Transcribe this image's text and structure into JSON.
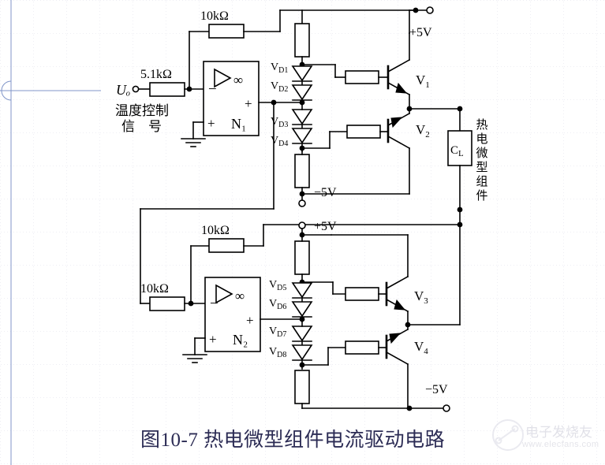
{
  "figure": {
    "caption": "图10-7  热电微型组件电流驱动电路",
    "caption_color": "#2c2c55"
  },
  "watermark": {
    "brand": "电子发烧友",
    "url": "www.elecfans.com",
    "color": "#cfcfd9"
  },
  "background": {
    "grid_color": "#d8d8e8",
    "guide_color": "#7b8fc4",
    "page_color": "#ffffff"
  },
  "schematic": {
    "ink": "#000000",
    "input": {
      "source_label": "Uₒ",
      "signal_label_line1": "温度控制",
      "signal_label_line2": "信　号",
      "series_resistor": "5.1kΩ"
    },
    "amplifiers": [
      {
        "name": "N₁",
        "gain_symbol": "∞",
        "inverting_label": "−",
        "noninverting_label": "+",
        "output_label": "+",
        "feedback_resistor": "10kΩ"
      },
      {
        "name": "N₂",
        "gain_symbol": "∞",
        "inverting_label": "−",
        "noninverting_label": "+",
        "output_label": "+",
        "feedback_resistor": "10kΩ",
        "input_resistor": "10kΩ"
      }
    ],
    "diodes": [
      {
        "label_base": "V",
        "label_sub": "D1"
      },
      {
        "label_base": "V",
        "label_sub": "D2"
      },
      {
        "label_base": "V",
        "label_sub": "D3"
      },
      {
        "label_base": "V",
        "label_sub": "D4"
      },
      {
        "label_base": "V",
        "label_sub": "D5"
      },
      {
        "label_base": "V",
        "label_sub": "D6"
      },
      {
        "label_base": "V",
        "label_sub": "D7"
      },
      {
        "label_base": "V",
        "label_sub": "D8"
      }
    ],
    "transistors": [
      {
        "label_base": "V",
        "label_sub": "1",
        "type": "PNP"
      },
      {
        "label_base": "V",
        "label_sub": "2",
        "type": "NPN"
      },
      {
        "label_base": "V",
        "label_sub": "3",
        "type": "PNP"
      },
      {
        "label_base": "V",
        "label_sub": "4",
        "type": "NPN"
      }
    ],
    "load": {
      "label_base": "C",
      "label_sub": "L",
      "annotation_line1": "热",
      "annotation_line2": "电",
      "annotation_line3": "微",
      "annotation_line4": "型",
      "annotation_line5": "组",
      "annotation_line6": "件",
      "annotation_full": "热电微型组件"
    },
    "supplies": [
      {
        "id": "top-pos",
        "label": "+5V"
      },
      {
        "id": "top-neg",
        "label": "−5V"
      },
      {
        "id": "bot-pos",
        "label": "+5V"
      },
      {
        "id": "bot-neg",
        "label": "−5V"
      }
    ]
  }
}
